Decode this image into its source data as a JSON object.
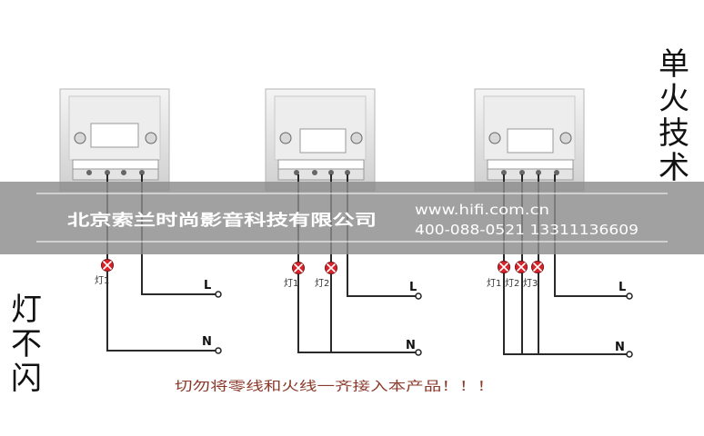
{
  "title_right": [
    "单",
    "火",
    "技",
    "术"
  ],
  "title_left": [
    "灯",
    "不",
    "闪"
  ],
  "watermark": {
    "company": "北京索兰时尚影音科技有限公司",
    "website": "www.hifi.com.cn",
    "phones": "400-088-0521  13311136609"
  },
  "panels": [
    {
      "lamps": [
        "灯1"
      ],
      "line_label": "L",
      "neutral_label": "N"
    },
    {
      "lamps": [
        "灯1",
        "灯2"
      ],
      "line_label": "L",
      "neutral_label": "N"
    },
    {
      "lamps": [
        "灯1",
        "灯2",
        "灯3"
      ],
      "line_label": "L",
      "neutral_label": "N"
    }
  ],
  "warning": "切勿将零线和火线一齐接入本产品！！！",
  "colors": {
    "lamp": "#d9232b",
    "banner": "#8c8c8c",
    "warning_text": "#8a3a2a"
  }
}
